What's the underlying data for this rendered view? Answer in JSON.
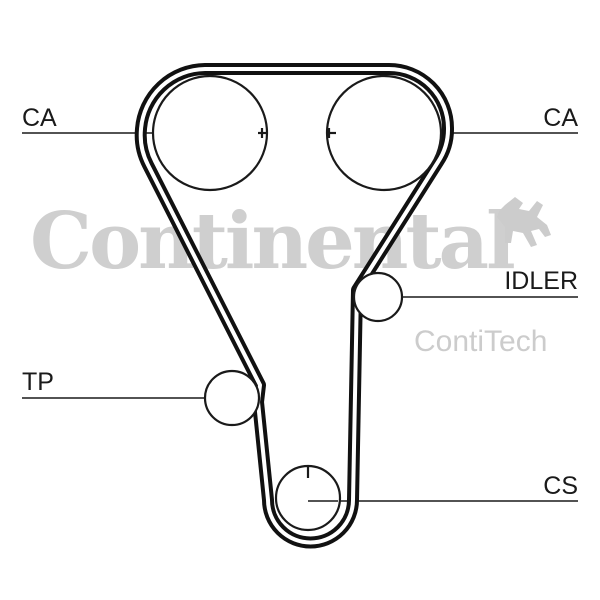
{
  "diagram": {
    "labels": {
      "ca_left": "CA",
      "ca_right": "CA",
      "idler": "IDLER",
      "tp": "TP",
      "cs": "CS"
    },
    "watermark": {
      "brand": "Continental",
      "sub_brand": "ContiTech",
      "logo_icon": "rearing-horse-icon"
    },
    "colors": {
      "belt": "#111111",
      "lines": "#1a1a1a",
      "watermark": "#cfcfcf"
    }
  }
}
